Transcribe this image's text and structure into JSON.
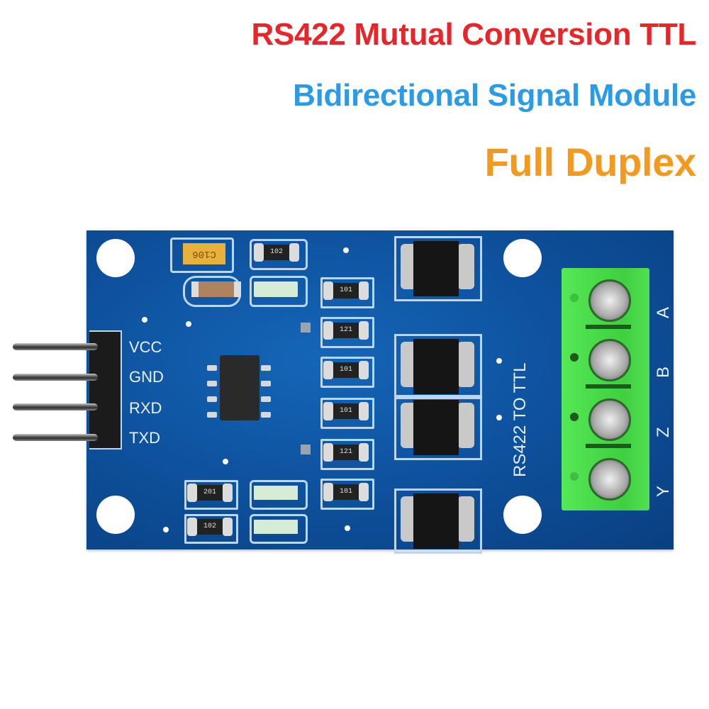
{
  "headline": {
    "line1": "RS422 Mutual Conversion TTL",
    "line2": "Bidirectional Signal Module",
    "line3": "Full Duplex",
    "colors": {
      "line1": "#e8262a",
      "line2": "#2a9be6",
      "line3": "#f39a1e"
    }
  },
  "board": {
    "pin_labels": [
      "VCC",
      "GND",
      "RXD",
      "TXD"
    ],
    "silkscreen_title": "RS422 TO TTL",
    "terminal_labels": [
      "A",
      "B",
      "Z",
      "Y"
    ],
    "capacitor_marking": "C106",
    "resistor_markings_top": [
      "102"
    ],
    "resistor_column": [
      "101",
      "121",
      "101",
      "101",
      "121",
      "101"
    ],
    "resistor_markings_bottom": [
      "201",
      "102"
    ],
    "colors": {
      "pcb": "#0d4f9a",
      "terminal": "#4fe04f",
      "silkscreen": "#bcd6f0"
    }
  }
}
